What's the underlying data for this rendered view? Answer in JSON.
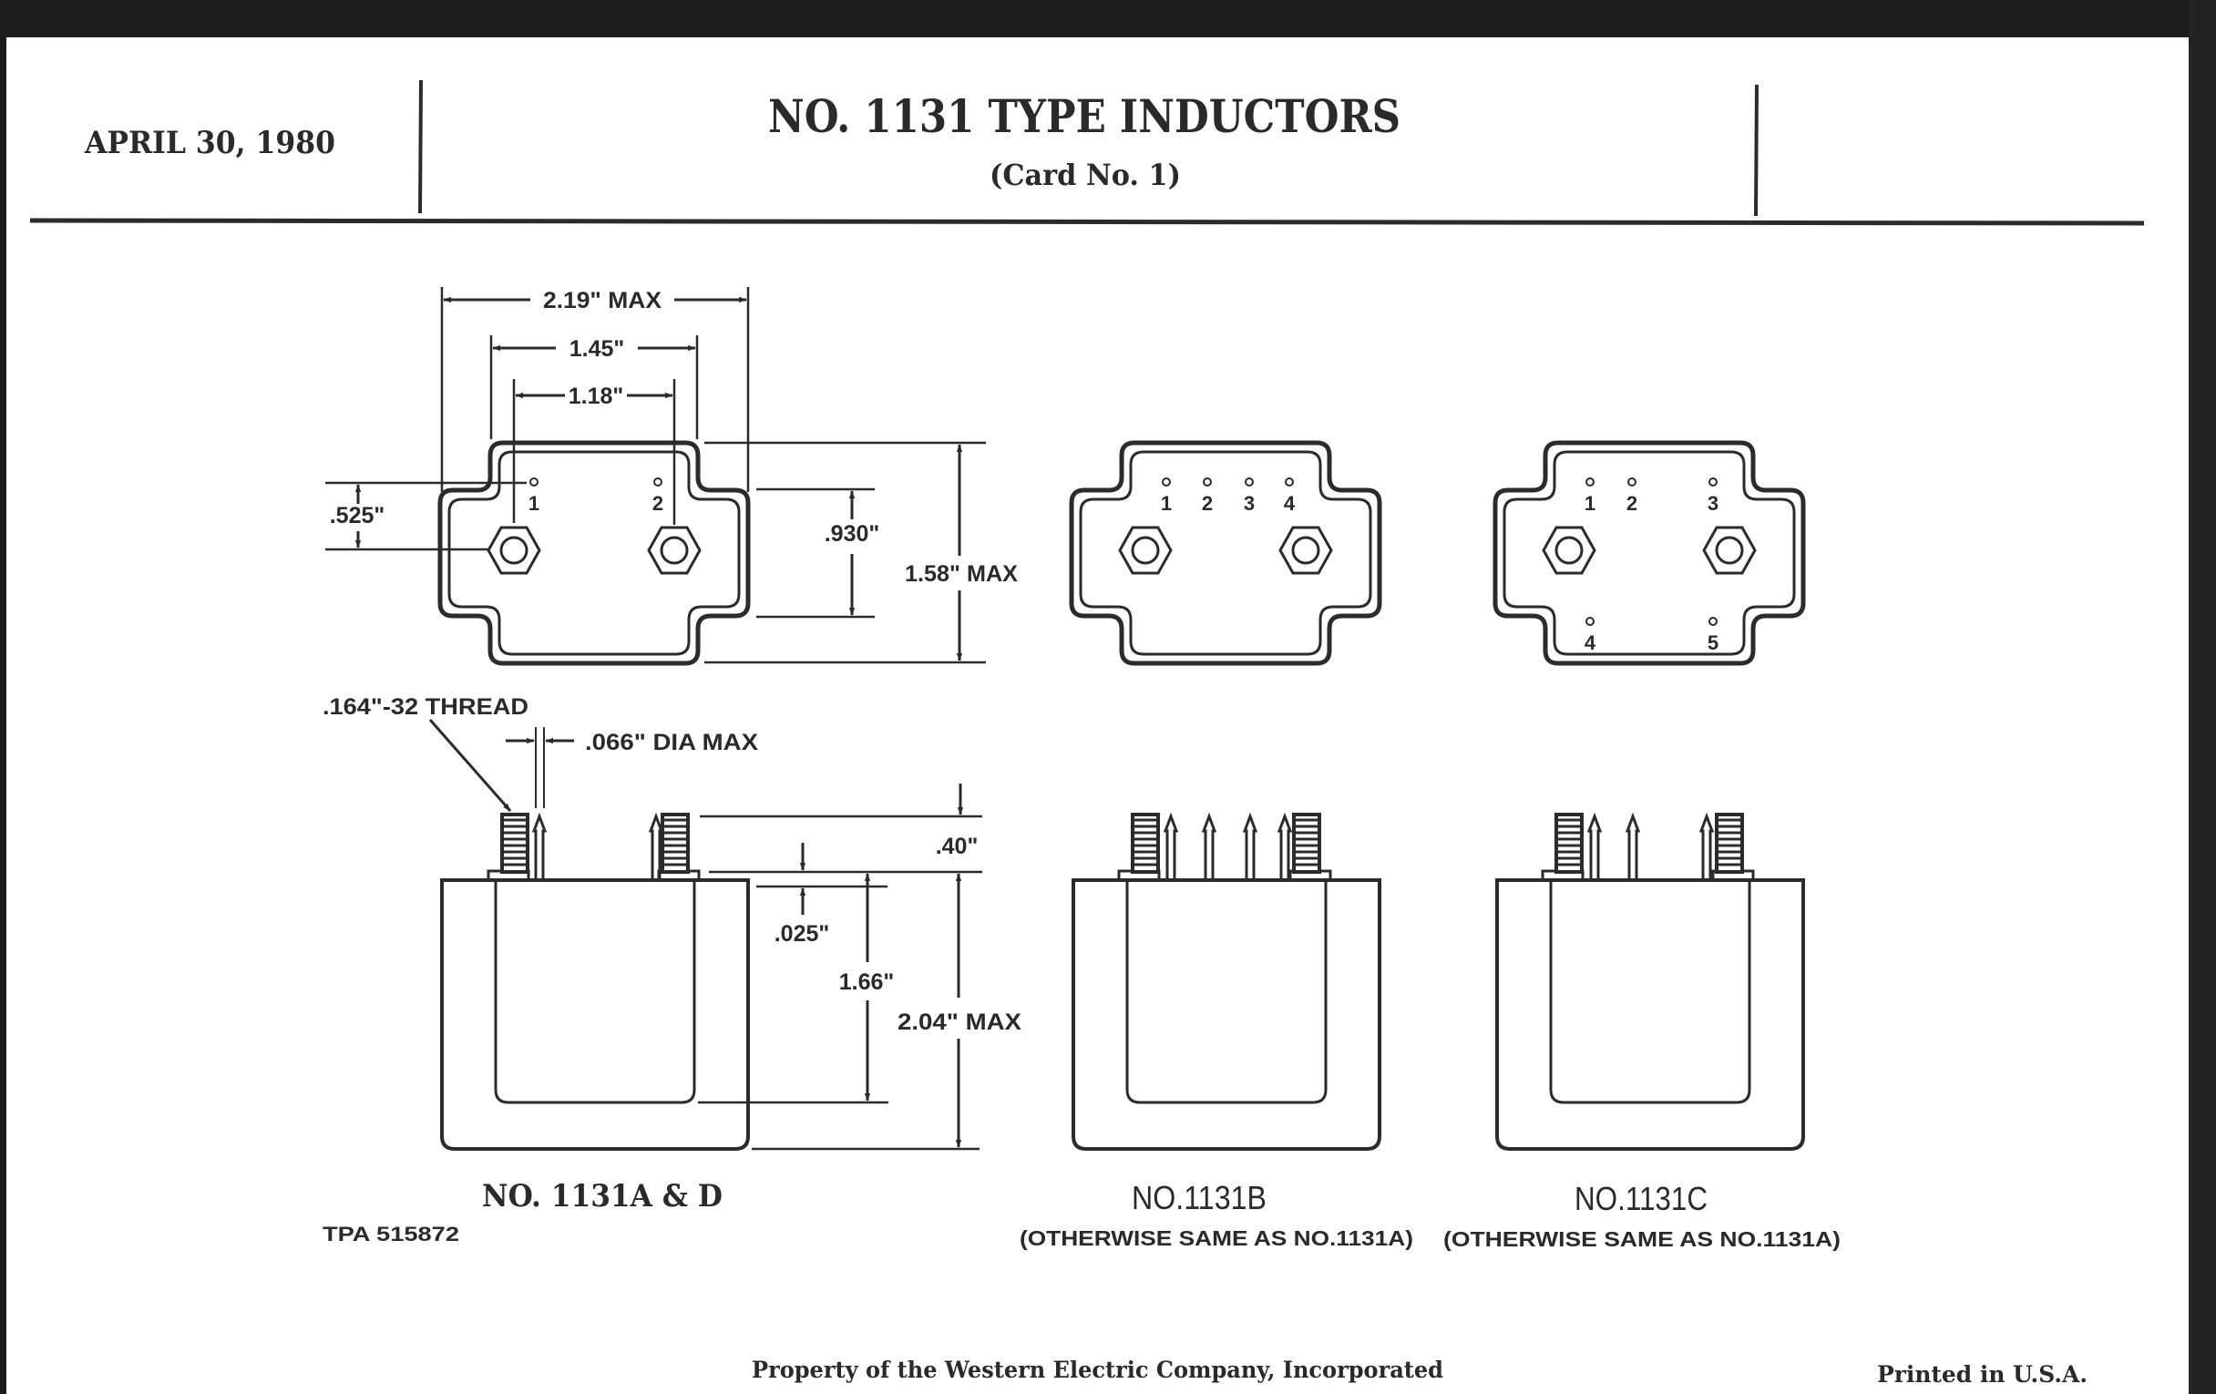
{
  "header": {
    "date": "APRIL 30, 1980",
    "title": "NO. 1131 TYPE INDUCTORS",
    "subtitle": "(Card No. 1)"
  },
  "dimensions": {
    "top_view": {
      "overall_width": "2.19\" MAX",
      "flange_width": "1.45\"",
      "stud_spacing": "1.18\"",
      "terminal_to_stud": ".525\"",
      "flange_height": ".930\"",
      "overall_depth": "1.58\" MAX"
    },
    "side_view": {
      "thread": ".164\"-32 THREAD",
      "pin_diameter": ".066\" DIA MAX",
      "stud_height": ".40\"",
      "flange_thickness": ".025\"",
      "core_height": "1.66\"",
      "overall_height": "2.04\" MAX"
    }
  },
  "models": [
    {
      "name": "NO. 1131A & D",
      "note": "",
      "terminals_top": [
        "1",
        "2"
      ],
      "terminals_bottom": [],
      "pin_count": 2
    },
    {
      "name": "NO.1131B",
      "note": "(OTHERWISE SAME AS NO.1131A)",
      "terminals_top": [
        "1",
        "2",
        "3",
        "4"
      ],
      "terminals_bottom": [],
      "pin_count": 4
    },
    {
      "name": "NO.1131C",
      "note": "(OTHERWISE SAME AS NO.1131A)",
      "terminals_top": [
        "1",
        "2",
        "3"
      ],
      "terminals_bottom": [
        "4",
        "5"
      ],
      "pin_count": 3
    }
  ],
  "drawing_number": "TPA 515872",
  "footer": {
    "property": "Property of the Western Electric Company, Incorporated",
    "printed": "Printed in U.S.A."
  },
  "colors": {
    "ink": "#2b2b2b",
    "paper": "#ffffff",
    "scan_border": "#1c1c1c"
  }
}
